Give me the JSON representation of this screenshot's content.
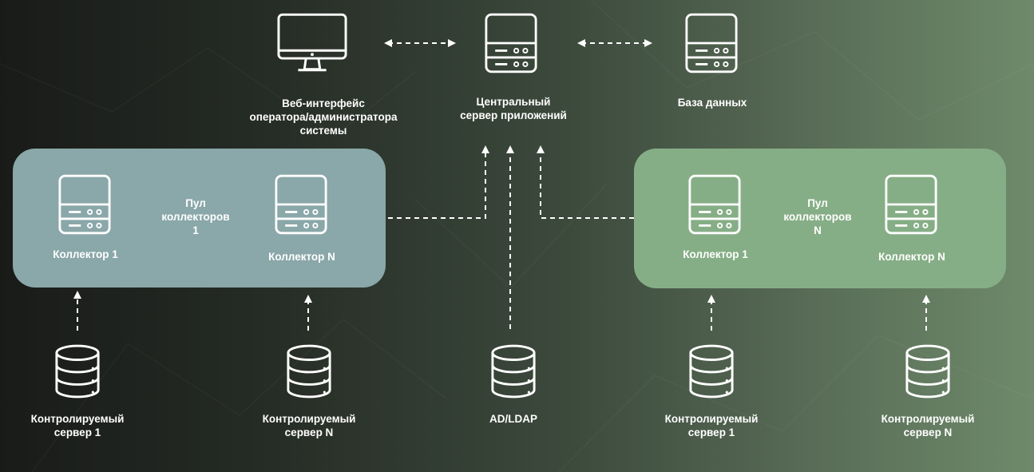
{
  "nodes": {
    "web_ui": {
      "label": "Веб-интерфейс\nоператора/администратора\nсистемы",
      "icon": "monitor-icon"
    },
    "app_server": {
      "label": "Центральный\nсервер приложений",
      "icon": "server-icon"
    },
    "database": {
      "label": "База данных",
      "icon": "server-icon"
    },
    "ad_ldap": {
      "label": "AD/LDAP",
      "icon": "database-icon"
    }
  },
  "pools": [
    {
      "label": "Пул\nколлекторов\n1",
      "collectors": [
        {
          "label": "Коллектор 1",
          "icon": "server-icon"
        },
        {
          "label": "Коллектор N",
          "icon": "server-icon"
        }
      ],
      "color": "#8aa7a9"
    },
    {
      "label": "Пул\nколлекторов\nN",
      "collectors": [
        {
          "label": "Коллектор 1",
          "icon": "server-icon"
        },
        {
          "label": "Коллектор N",
          "icon": "server-icon"
        }
      ],
      "color": "#86ae86"
    }
  ],
  "monitored_servers": [
    {
      "label": "Контролируемый\nсервер  1",
      "icon": "database-icon"
    },
    {
      "label": "Контролируемый\nсервер  N",
      "icon": "database-icon"
    },
    {
      "label": "Контролируемый\nсервер  1",
      "icon": "database-icon"
    },
    {
      "label": "Контролируемый\nсервер  N",
      "icon": "database-icon"
    }
  ],
  "colors": {
    "background_dark": "#191b19",
    "background_light": "#6e8a6a",
    "stroke": "#ffffff"
  }
}
